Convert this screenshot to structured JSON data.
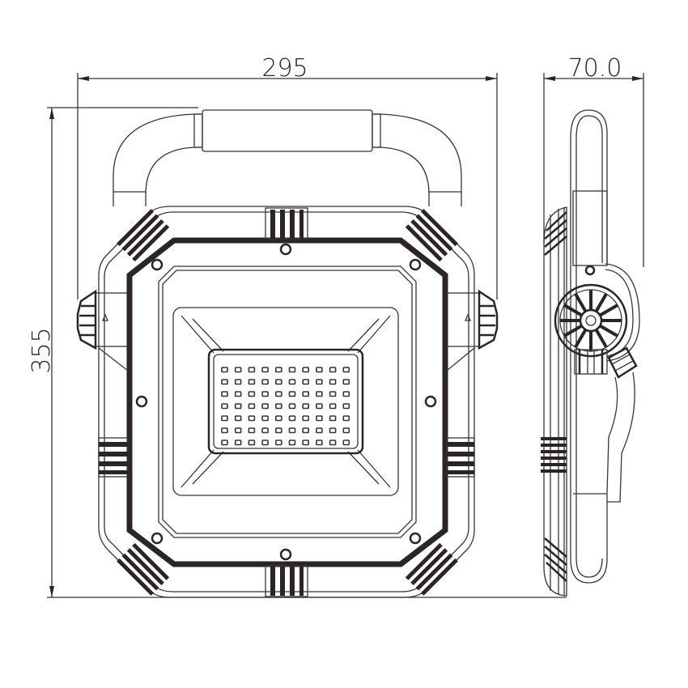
{
  "drawing": {
    "subject": "Portable LED floodlight with carry handle",
    "views": [
      {
        "name": "front-view"
      },
      {
        "name": "side-view"
      }
    ],
    "line_color": "#2b2527",
    "background_color": "#ffffff"
  },
  "dimensions": {
    "width": "295",
    "height": "355",
    "depth": "70.0"
  },
  "led_array": {
    "columns": 10,
    "rows": 7
  }
}
